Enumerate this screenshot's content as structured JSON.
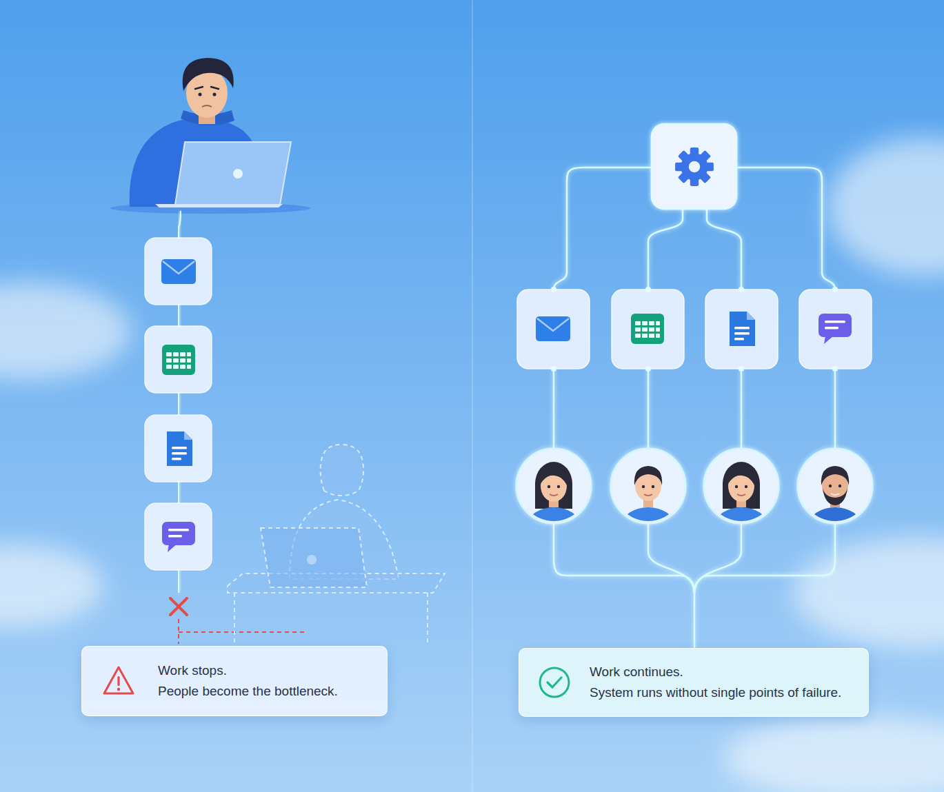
{
  "diagram": {
    "nodes": [
      {
        "text": [
          "Work stops.",
          "People become the bottleneck."
        ]
      },
      {
        "text": [
          "Work continues.",
          "System runs without single points of failure."
        ]
      }
    ]
  }
}
